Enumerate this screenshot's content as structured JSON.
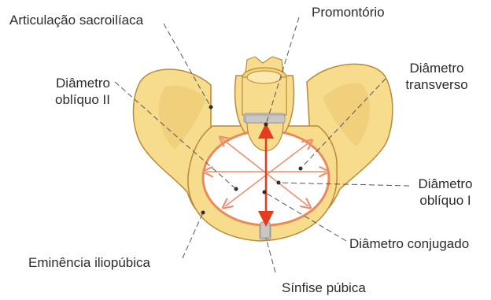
{
  "labels": {
    "articulacao": "Articulação sacroilíaca",
    "promontorio": "Promontório",
    "obliquo_ii_l1": "Diâmetro",
    "obliquo_ii_l2": "oblíquo II",
    "transverso_l1": "Diâmetro",
    "transverso_l2": "transverso",
    "obliquo_i_l1": "Diâmetro",
    "obliquo_i_l2": "oblíquo I",
    "conjugado": "Diâmetro conjugado",
    "eminencia": "Eminência iliopúbica",
    "sinfise": "Sínfise púbica"
  },
  "colors": {
    "bone": "#f6dc8c",
    "bone_shade": "#e9c06a",
    "bone_outline": "#b88a3a",
    "inlet_rim": "#e98a5a",
    "vertebra_disc": "#c9c6c6",
    "conjugate_arrow": "#e63b1f",
    "diameter_lines": "#f08a6a",
    "leader_lines": "#555555",
    "text": "#2b2b2b"
  }
}
